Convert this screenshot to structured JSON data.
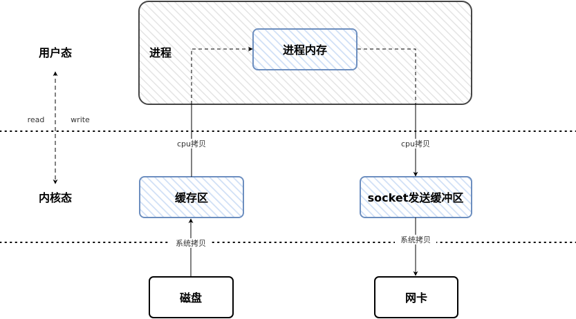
{
  "labels": {
    "user_mode": "用户态",
    "kernel_mode": "内核态",
    "read": "read",
    "write": "write"
  },
  "nodes": {
    "process": "进程",
    "process_memory": "进程内存",
    "cache": "缓存区",
    "socket_buffer": "socket发送缓冲区",
    "disk": "磁盘",
    "nic": "网卡"
  },
  "edges": {
    "cpu_copy_left": "cpu拷贝",
    "cpu_copy_right": "cpu拷贝",
    "sys_copy_left": "系统拷贝",
    "sys_copy_right": "系统拷贝"
  },
  "colors": {
    "blue_border": "#6c8ebf",
    "blue_hatch": "#dae8fc",
    "dark_border": "#333333",
    "hatch_gray": "#e6e6e6"
  }
}
